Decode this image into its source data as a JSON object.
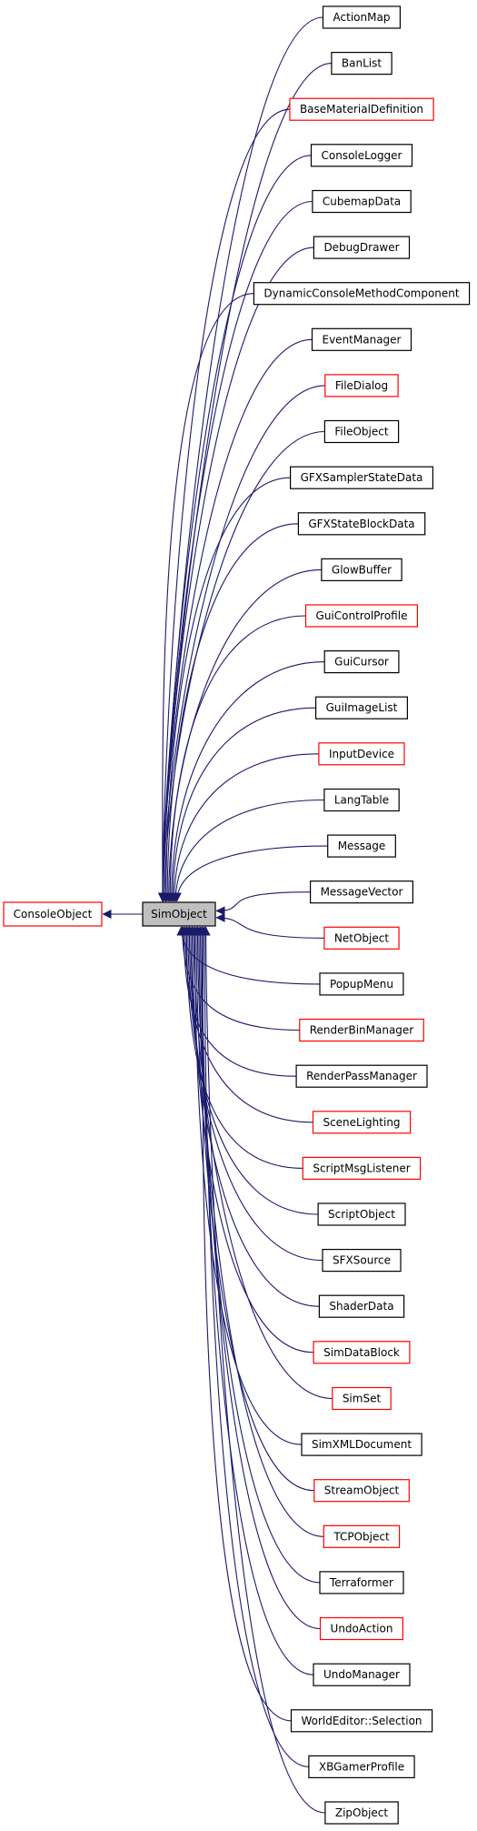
{
  "diagram": {
    "type": "inheritance-graph",
    "colors": {
      "edge": "#1a1a6b",
      "box_border_documented": "#000000",
      "box_border_undocumented": "#ff0000",
      "focus_fill": "#bfbfbf",
      "box_fill": "#ffffff"
    },
    "base": {
      "label": "ConsoleObject",
      "border": "red"
    },
    "focus": {
      "label": "SimObject"
    },
    "children": [
      {
        "label": "ActionMap",
        "border": "black"
      },
      {
        "label": "BanList",
        "border": "black"
      },
      {
        "label": "BaseMaterialDefinition",
        "border": "red"
      },
      {
        "label": "ConsoleLogger",
        "border": "black"
      },
      {
        "label": "CubemapData",
        "border": "black"
      },
      {
        "label": "DebugDrawer",
        "border": "black"
      },
      {
        "label": "DynamicConsoleMethodComponent",
        "border": "black"
      },
      {
        "label": "EventManager",
        "border": "black"
      },
      {
        "label": "FileDialog",
        "border": "red"
      },
      {
        "label": "FileObject",
        "border": "black"
      },
      {
        "label": "GFXSamplerStateData",
        "border": "black"
      },
      {
        "label": "GFXStateBlockData",
        "border": "black"
      },
      {
        "label": "GlowBuffer",
        "border": "black"
      },
      {
        "label": "GuiControlProfile",
        "border": "red"
      },
      {
        "label": "GuiCursor",
        "border": "black"
      },
      {
        "label": "GuiImageList",
        "border": "black"
      },
      {
        "label": "InputDevice",
        "border": "red"
      },
      {
        "label": "LangTable",
        "border": "black"
      },
      {
        "label": "Message",
        "border": "black"
      },
      {
        "label": "MessageVector",
        "border": "black"
      },
      {
        "label": "NetObject",
        "border": "red"
      },
      {
        "label": "PopupMenu",
        "border": "black"
      },
      {
        "label": "RenderBinManager",
        "border": "red"
      },
      {
        "label": "RenderPassManager",
        "border": "black"
      },
      {
        "label": "SceneLighting",
        "border": "red"
      },
      {
        "label": "ScriptMsgListener",
        "border": "red"
      },
      {
        "label": "ScriptObject",
        "border": "black"
      },
      {
        "label": "SFXSource",
        "border": "black"
      },
      {
        "label": "ShaderData",
        "border": "black"
      },
      {
        "label": "SimDataBlock",
        "border": "red"
      },
      {
        "label": "SimSet",
        "border": "red"
      },
      {
        "label": "SimXMLDocument",
        "border": "black"
      },
      {
        "label": "StreamObject",
        "border": "red"
      },
      {
        "label": "TCPObject",
        "border": "red"
      },
      {
        "label": "Terraformer",
        "border": "black"
      },
      {
        "label": "UndoAction",
        "border": "red"
      },
      {
        "label": "UndoManager",
        "border": "black"
      },
      {
        "label": "WorldEditor::Selection",
        "border": "black"
      },
      {
        "label": "XBGamerProfile",
        "border": "black"
      },
      {
        "label": "ZipObject",
        "border": "black"
      }
    ]
  }
}
